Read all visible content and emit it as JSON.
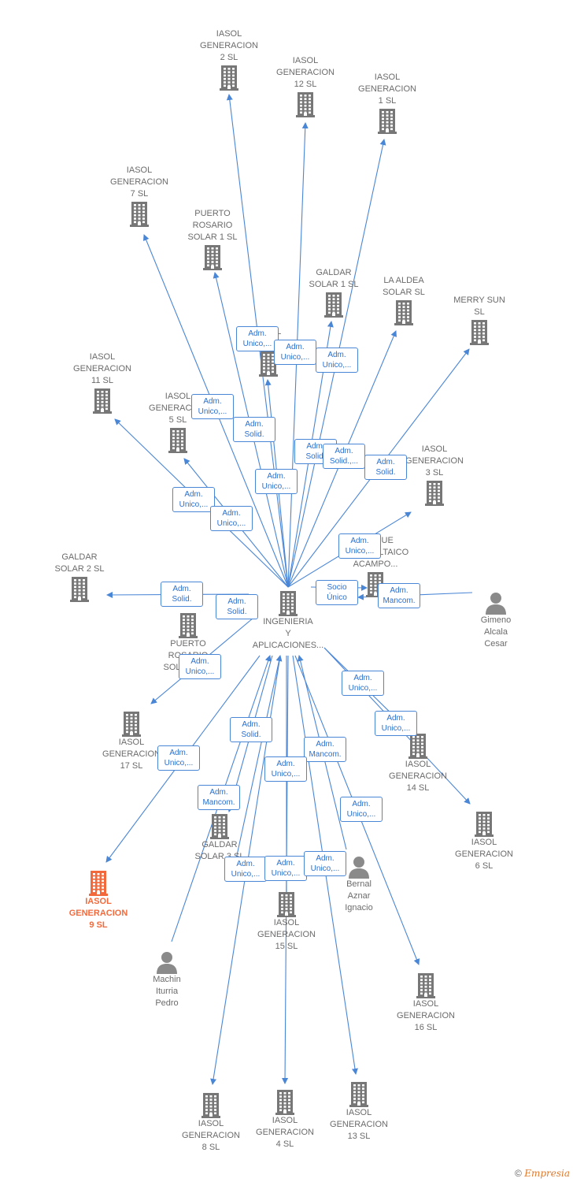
{
  "colors": {
    "edge": "#4a86d6",
    "building": "#777777",
    "highlight": "#f26a3c",
    "person": "#8a8a8a"
  },
  "center": {
    "id": "center",
    "label": "INGENIERIA\nY\nAPLICACIONES...",
    "icon": "building-icon"
  },
  "nodes": [
    {
      "id": "g2",
      "label": "IASOL\nGENERACION\n2  SL",
      "icon": "building-icon"
    },
    {
      "id": "g12",
      "label": "IASOL\nGENERACION\n12  SL",
      "icon": "building-icon"
    },
    {
      "id": "g1",
      "label": "IASOL\nGENERACION\n1  SL",
      "icon": "building-icon"
    },
    {
      "id": "g7",
      "label": "IASOL\nGENERACION\n7  SL",
      "icon": "building-icon"
    },
    {
      "id": "pr1",
      "label": "PUERTO\nROSARIO\nSOLAR 1  SL",
      "icon": "building-icon"
    },
    {
      "id": "gs1",
      "label": "GALDAR\nSOLAR 1  SL",
      "icon": "building-icon"
    },
    {
      "id": "ald",
      "label": "LA ALDEA\nSOLAR  SL",
      "icon": "building-icon"
    },
    {
      "id": "msun",
      "label": "MERRY SUN\nSL",
      "icon": "building-icon"
    },
    {
      "id": "g11",
      "label": "IASOL\nGENERACION\n11  SL",
      "icon": "building-icon"
    },
    {
      "id": "g5",
      "label": "IASOL\nGENERACION\n5  SL",
      "icon": "building-icon"
    },
    {
      "id": "g3",
      "label": "IASOL\nGENERACION\n3  SL",
      "icon": "building-icon"
    },
    {
      "id": "gx",
      "label": "IASOL\nGENERACION",
      "icon": "building-icon"
    },
    {
      "id": "parque",
      "label": "PARQUE\nFOTOVOLTAICO\nACAMPO...",
      "icon": "building-icon"
    },
    {
      "id": "gs2",
      "label": "GALDAR\nSOLAR 2  SL",
      "icon": "building-icon"
    },
    {
      "id": "pr2",
      "label": "PUERTO\nROSARIO\nSOLAR 2  SL",
      "icon": "building-icon"
    },
    {
      "id": "g17",
      "label": "IASOL\nGENERACION\n17  SL",
      "icon": "building-icon"
    },
    {
      "id": "g14",
      "label": "IASOL\nGENERACION\n14  SL",
      "icon": "building-icon"
    },
    {
      "id": "g6",
      "label": "IASOL\nGENERACION\n6  SL",
      "icon": "building-icon"
    },
    {
      "id": "gs3",
      "label": "GALDAR\nSOLAR 3  SL",
      "icon": "building-icon"
    },
    {
      "id": "g9",
      "label": "IASOL\nGENERACION\n9  SL",
      "icon": "building-icon",
      "highlight": true
    },
    {
      "id": "g15",
      "label": "IASOL\nGENERACION\n15  SL",
      "icon": "building-icon"
    },
    {
      "id": "g16",
      "label": "IASOL\nGENERACION\n16  SL",
      "icon": "building-icon"
    },
    {
      "id": "g8",
      "label": "IASOL\nGENERACION\n8  SL",
      "icon": "building-icon"
    },
    {
      "id": "g4",
      "label": "IASOL\nGENERACION\n4  SL",
      "icon": "building-icon"
    },
    {
      "id": "g13",
      "label": "IASOL\nGENERACION\n13  SL",
      "icon": "building-icon"
    },
    {
      "id": "gimeno",
      "label": "Gimeno\nAlcala\nCesar",
      "icon": "person-icon"
    },
    {
      "id": "bernal",
      "label": "Bernal\nAznar\nIgnacio",
      "icon": "person-icon"
    },
    {
      "id": "machin",
      "label": "Machin\nIturria\nPedro",
      "icon": "person-icon"
    }
  ],
  "edge_labels": [
    "Adm.\nUnico,...",
    "Adm.\nUnico,...",
    "Adm.\nUnico,...",
    "Adm.\nUnico,...",
    "Adm.\nSolid.",
    "Adm.\nSolid.",
    "Adm.\nSolid.,...",
    "Adm.\nSolid.",
    "Adm.\nUnico,...",
    "Adm.\nUnico,...",
    "Adm.\nUnico,...",
    "Adm.\nUnico,...",
    "Socio\nÚnico",
    "Adm.\nMancom.",
    "Adm.\nSolid.",
    "Adm.\nSolid.",
    "Adm.\nUnico,...",
    "Adm.\nUnico,...",
    "Adm.\nUnico,...",
    "Adm.\nSolid.",
    "Adm.\nUnico,...",
    "Adm.\nMancom.",
    "Adm.\nUnico,...",
    "Adm.\nMancom.",
    "Adm.\nUnico,...",
    "Adm.\nUnico,...",
    "Adm.\nUnico,...",
    "Adm.\nUnico,..."
  ],
  "footer": {
    "copyright": "©",
    "brand": "Empresia"
  }
}
